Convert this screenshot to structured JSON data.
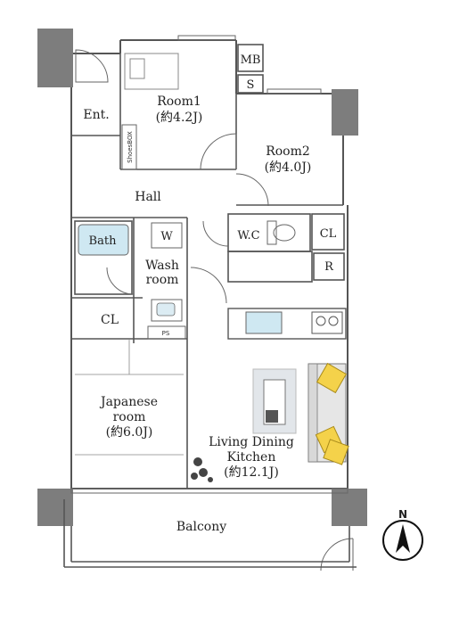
{
  "rooms": {
    "entrance": "Ent.",
    "shoes_box": "ShoesBOX",
    "room1_name": "Room1",
    "room1_size": "(約4.2J)",
    "mb": "MB",
    "s": "S",
    "room2_name": "Room2",
    "room2_size": "(約4.0J)",
    "hall": "Hall",
    "bath": "Bath",
    "washer": "W",
    "wash_room_1": "Wash",
    "wash_room_2": "room",
    "wc": "W.C",
    "cl_wc": "CL",
    "refrigerator": "R",
    "cl_left": "CL",
    "ps": "PS",
    "japanese_1": "Japanese",
    "japanese_2": "room",
    "japanese_size": "(約6.0J)",
    "ldk_1": "Living Dining",
    "ldk_2": "Kitchen",
    "ldk_size": "(約12.1J)",
    "balcony": "Balcony"
  },
  "compass": {
    "label": "N"
  },
  "colors": {
    "wall": "#7d7d7d",
    "line": "#555555",
    "bath_fill": "#cfe8f2",
    "sofa_fill": "#e6e6e6",
    "cushion_fill": "#f4d24a",
    "rug_fill": "#e2e6ea"
  }
}
